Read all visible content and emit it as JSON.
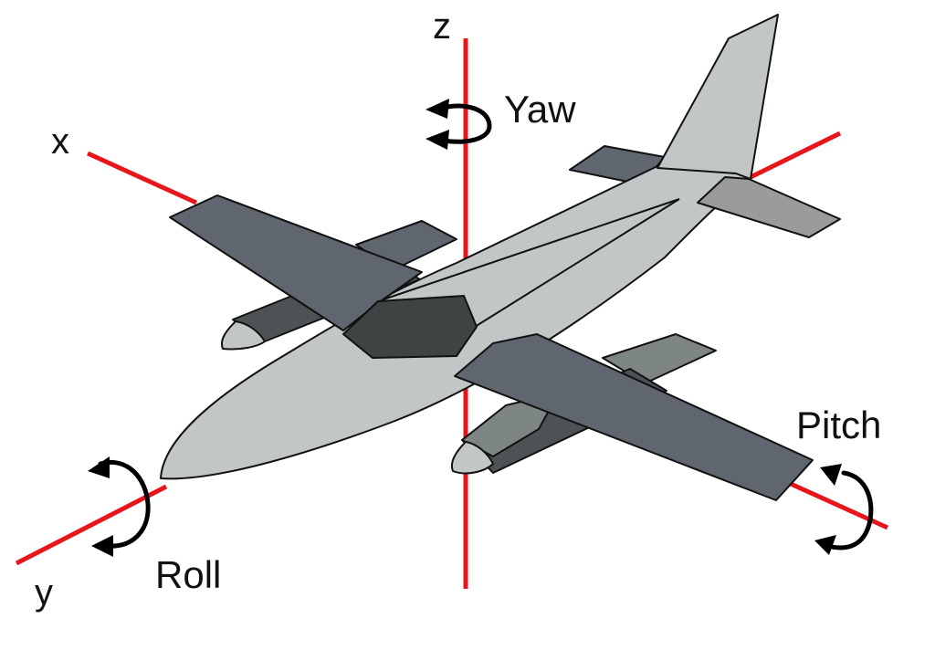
{
  "axes": {
    "x": "x",
    "y": "y",
    "z": "z"
  },
  "rotations": {
    "yaw": "Yaw",
    "pitch": "Pitch",
    "roll": "Roll"
  },
  "colors": {
    "axis": "#e8161b",
    "fuselage": "#c2c6c6",
    "wing": "#5f666f",
    "canopy": "#3e4444",
    "engine_dark": "#4d5355",
    "engine_light": "#7e8585",
    "stabilizer": "#9a9c9c"
  }
}
